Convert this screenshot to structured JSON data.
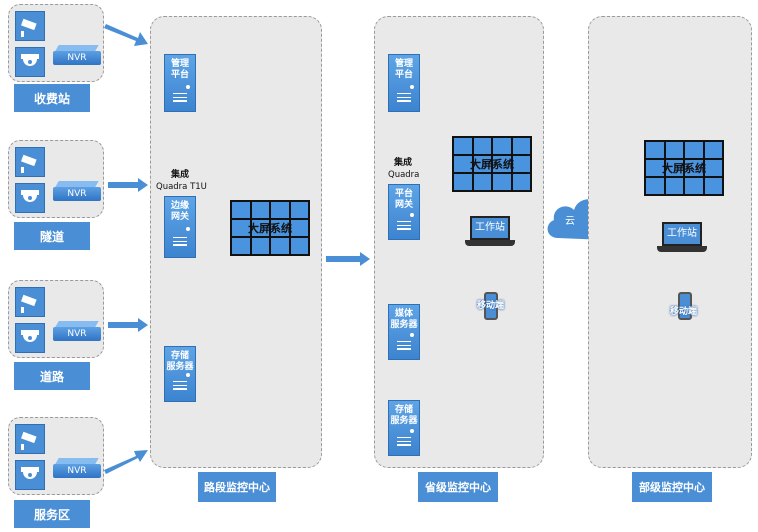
{
  "sources": [
    {
      "label": "收费站",
      "nvr": "NVR"
    },
    {
      "label": "隧道",
      "nvr": "NVR"
    },
    {
      "label": "道路",
      "nvr": "NVR"
    },
    {
      "label": "服务区",
      "nvr": "NVR"
    }
  ],
  "road_center": {
    "title": "路段监控中心",
    "mgmt": "管理\n平台",
    "integ": "集成",
    "integ_model": "Quadra T1U",
    "edge": "边缘\n网关",
    "wall": "大屏系统",
    "storage": "存储\n服务器"
  },
  "prov_center": {
    "title": "省级监控中心",
    "mgmt": "管理\n平台",
    "integ": "集成",
    "integ_model": "Quadra",
    "platform": "平台\n网关",
    "wall": "大屏系统",
    "workstation": "工作站",
    "mobile": "移动端",
    "media": "媒体\n服务器",
    "storage": "存储\n服务器"
  },
  "cloud": "云",
  "min_center": {
    "title": "部级监控中心",
    "wall": "大屏系统",
    "workstation": "工作站",
    "mobile": "移动端"
  },
  "colors": {
    "accent": "#4a8fd6",
    "panel": "#e9e9e9"
  }
}
